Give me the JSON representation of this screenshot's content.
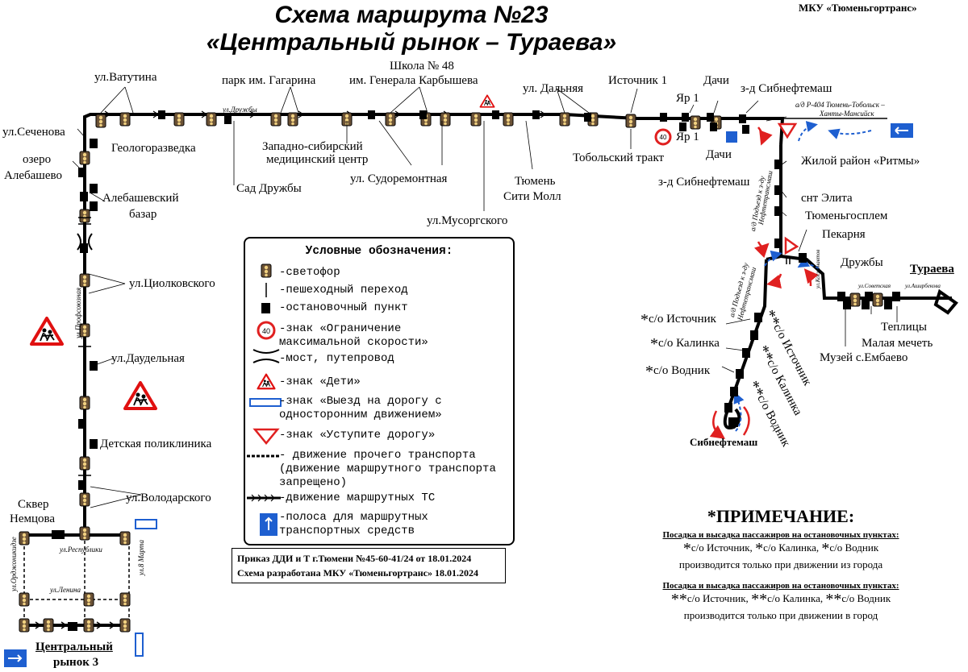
{
  "header": {
    "title_line1": "Схема маршрута №23",
    "title_line2": "«Центральный рынок  – Тураева»",
    "org": "МКУ «Тюменьгортранс»"
  },
  "streets": {
    "dr_small": "ул.Дружбы",
    "profsoyuznaya": "ул.Профсоюзная",
    "respubliki": "ул.Республики",
    "lenina": "ул.Ленина",
    "ordzhonikidze": "ул.Орджоникидзе",
    "marta": "ул.8 Марта",
    "highway": "а/д Р-404 Тюмень-Тобольск –",
    "highway2": "Ханты-Мансийск",
    "podezd1": "а/д Подъезд к з-ду",
    "podezd1b": "Нефтетрансмаш",
    "podezd2": "а/д Подъезд к з-ду",
    "podezd2b": "Нефтетрансмаш",
    "sov_small": "ул.Советская",
    "kosmos": "ул.Космонавтов",
    "ashir": "ул.Аширбекова"
  },
  "stops": {
    "vatutina": "ул.Ватутина",
    "sechenova": "ул.Сеченова",
    "ozero1": "озеро",
    "ozero2": "Алебашево",
    "geolog": "Геологоразведка",
    "gagarin": "парк им. Гагарина",
    "school1": "Школа № 48",
    "school2": "им. Генерала Карбышева",
    "zapsib1": "Западно-сибирский",
    "zapsib2": "медицинский центр",
    "sad": "Сад Дружбы",
    "sudorem": "ул. Судоремонтная",
    "musorg": "ул.Мусоргского",
    "dalnyaya": "ул. Дальняя",
    "tumen1": "Тюмень",
    "tumen2": "Сити Молл",
    "istochnik1": "Источник 1",
    "tobolsk": "Тобольский тракт",
    "yar1a": "Яр 1",
    "yar1b": "Яр 1",
    "dachi_top": "Дачи",
    "dachi_bot": "Дачи",
    "sibneft_top": "з-д Сибнефтемаш",
    "sibneft_bot": "з-д Сибнефтемаш",
    "ritmy": "Жилой район «Ритмы»",
    "elita": "снт Элита",
    "tumgo": "Тюменьгосплем",
    "pekarnya": "Пекарня",
    "druzhby": "Дружбы",
    "turaeva": "Тураева",
    "teplicy": "Теплицы",
    "malaya": "Малая мечеть",
    "muzey": "Музей с.Ембаево",
    "alebazar1": "Алебашевский",
    "alebazar2": "базар",
    "ciolk": "ул.Циолковского",
    "daudel": "ул.Даудельная",
    "detpol": "Детская поликлиника",
    "volod": "ул.Володарского",
    "skver1": "Сквер",
    "skver2": "Немцова",
    "centr1": "Центральный",
    "centr2": "рынок 3",
    "so_ist": "с/о Источник",
    "so_kal": "с/о Калинка",
    "so_vod": "с/о Водник",
    "sibneftemash": "Сибнефтемаш"
  },
  "legend": {
    "title": "Условные обозначения:",
    "items": [
      "-светофор",
      "-пешеходный переход",
      "-остановочный пункт",
      "-знак «Ограничение\nмаксимальной скорости»",
      "-мост, путепровод",
      "-знак «Дети»",
      "-знак «Выезд на дорогу с\nодносторонним движением»",
      "-знак «Уступите дорогу»",
      "- движение прочего транспорта\n(движение маршрутного транспорта\nзапрещено)",
      "-движение маршрутных ТС",
      "-полоса для маршрутных\nтранспортных средств"
    ]
  },
  "order": {
    "line1": "Приказ ДДИ и Т г.Тюмени №45-60-41/24 от 18.01.2024",
    "line2": "Схема разработана МКУ «Тюменьгортранс» 18.01.2024"
  },
  "note": {
    "title": "*ПРИМЕЧАНИЕ:",
    "head1": "Посадка и высадка пассажиров на остановочных пунктах:",
    "body1a": "с/о Источник, ",
    "body1b": "с/о Калинка, ",
    "body1c": "с/о Водник",
    "body1d": "производится только при движении из города",
    "head2": "Посадка и высадка пассажиров на остановочных пунктах:",
    "body2a": "с/о Источник, ",
    "body2b": "с/о Калинка, ",
    "body2c": "с/о Водник",
    "body2d": "производится только при движении в город"
  },
  "signs": {
    "speed": "40"
  },
  "colors": {
    "route": "#000000",
    "accent_red": "#e02020",
    "accent_blue": "#1e5fd0"
  }
}
